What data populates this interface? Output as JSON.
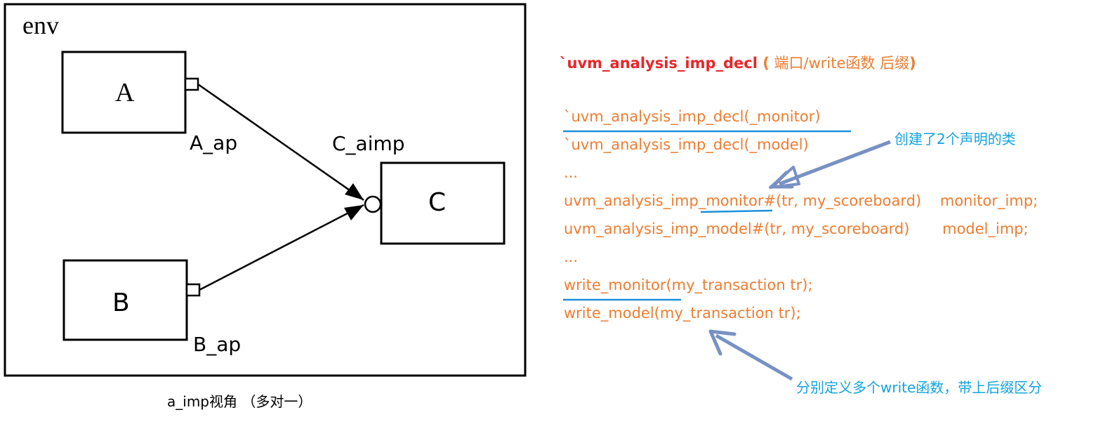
{
  "diagram": {
    "env_label": "env",
    "blocks": {
      "a": "A",
      "b": "B",
      "c": "C"
    },
    "ports": {
      "a_ap": "A_ap",
      "b_ap": "B_ap",
      "c_aimp": "C_aimp"
    },
    "caption": "a_imp视角 （多对一）"
  },
  "code_panel": {
    "title_macro": "`uvm_analysis_imp_decl",
    "title_paren_open": " (",
    "title_args": " 端口/write函数 后缀",
    "title_paren_close": ")",
    "lines": [
      "`uvm_analysis_imp_decl(_monitor)",
      "`uvm_analysis_imp_decl(_model)",
      "...",
      "uvm_analysis_imp_monitor#(tr, my_scoreboard)    monitor_imp;",
      "uvm_analysis_imp_model#(tr, my_scoreboard)       model_imp;",
      "...",
      "write_monitor(my_transaction tr);",
      "write_model(my_transaction tr);"
    ],
    "notes": {
      "classes_note": "创建了2个声明的类",
      "write_note": "分别定义多个write函数，带上后缀区分"
    }
  },
  "colors": {
    "code": "#ed7d31",
    "title": "#e8262a",
    "note": "#12a4e0",
    "underline": "#1e90d8",
    "arrow": "#7891c4"
  }
}
